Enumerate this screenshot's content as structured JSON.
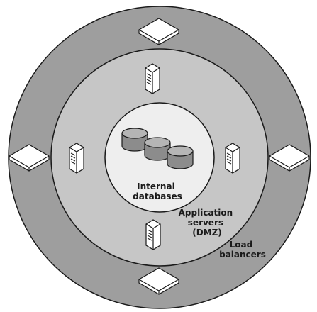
{
  "diagram": {
    "colors": {
      "outer_ring": "#9e9e9e",
      "middle_ring": "#c6c6c6",
      "inner_circle": "#eeeeee",
      "device_fill": "#ffffff",
      "device_stroke": "#1a1a1a",
      "cylinder_fill": "#8c8c8c",
      "cylinder_top": "#b5b5b5"
    },
    "labels": {
      "databases": [
        "Internal",
        "databases"
      ],
      "app_servers": [
        "Application",
        "servers",
        "(DMZ)"
      ],
      "load_balancers": [
        "Load",
        "balancers"
      ]
    },
    "icons": {
      "load_balancer": "load-balancer-icon",
      "server": "server-tower-icon",
      "database": "database-cylinder-icon"
    }
  }
}
